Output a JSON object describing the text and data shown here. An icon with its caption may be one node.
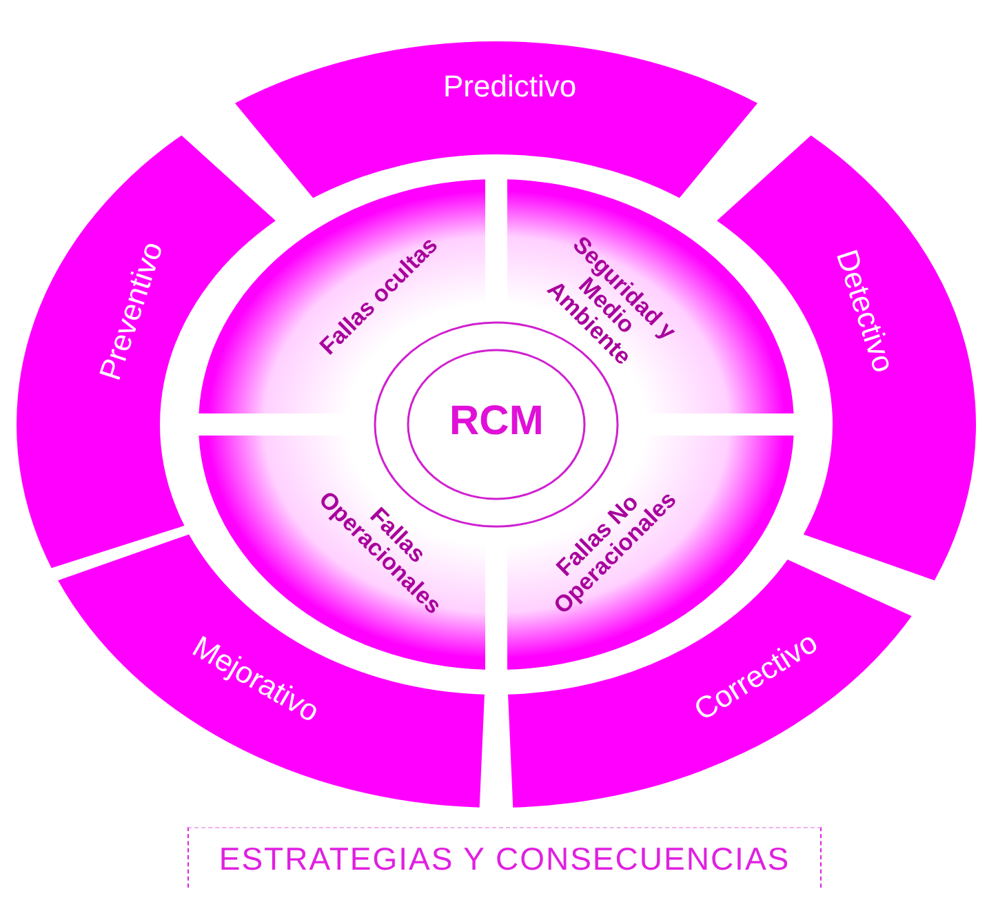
{
  "diagram": {
    "caption": "ESTRATEGIAS Y CONSECUENCIAS",
    "nodes": [
      {
        "text": [
          "Predictivo"
        ]
      },
      {
        "text": [
          "Preventivo"
        ]
      },
      {
        "text": [
          "Detectivo"
        ]
      },
      {
        "text": [
          "Fallas ocultas"
        ]
      },
      {
        "text": [
          "Seguridad y Medio Ambiente"
        ]
      },
      {
        "text": [
          "RCM"
        ]
      },
      {
        "text": [
          "Fallas Operacionales"
        ]
      },
      {
        "text": [
          "Fallas No Operacionales"
        ]
      },
      {
        "text": [
          "Mejorativo"
        ]
      },
      {
        "text": [
          "Correctivo"
        ]
      }
    ]
  }
}
